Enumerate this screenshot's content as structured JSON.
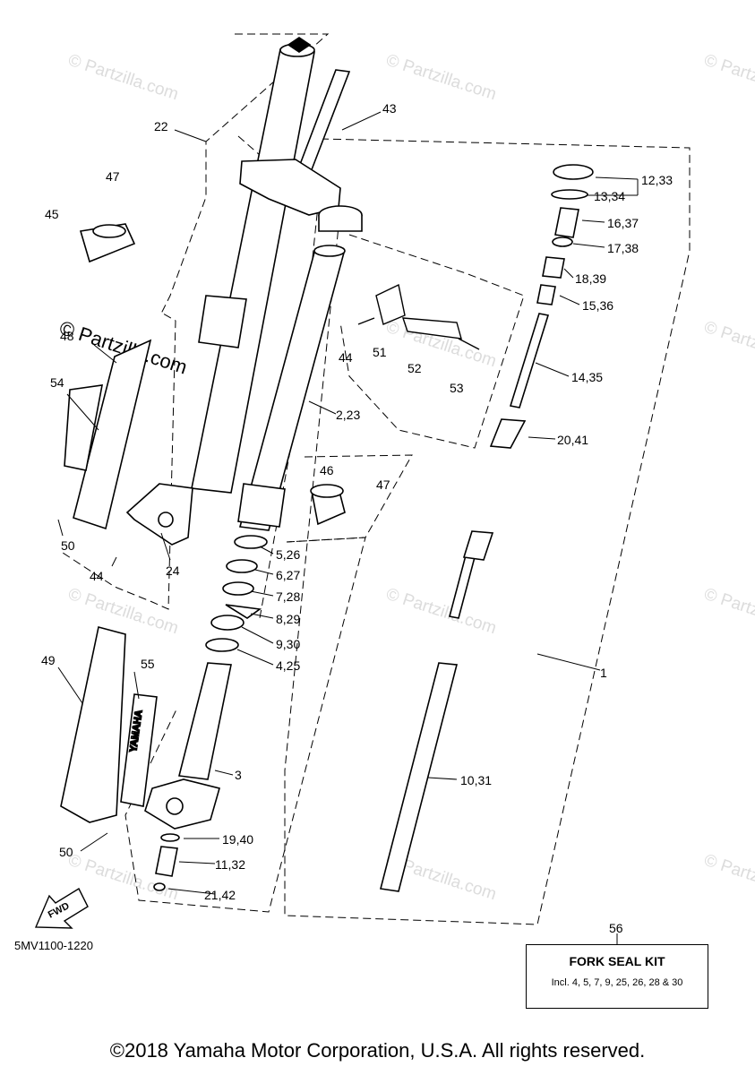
{
  "diagram": {
    "callouts": [
      {
        "id": "c1",
        "label": "1"
      },
      {
        "id": "c2",
        "label": "2,23"
      },
      {
        "id": "c3",
        "label": "3"
      },
      {
        "id": "c4",
        "label": "4,25"
      },
      {
        "id": "c5",
        "label": "5,26"
      },
      {
        "id": "c6",
        "label": "6,27"
      },
      {
        "id": "c7",
        "label": "7,28"
      },
      {
        "id": "c8",
        "label": "8,29"
      },
      {
        "id": "c9",
        "label": "9,30"
      },
      {
        "id": "c10",
        "label": "10,31"
      },
      {
        "id": "c11",
        "label": "11,32"
      },
      {
        "id": "c12",
        "label": "12,33"
      },
      {
        "id": "c13",
        "label": "13,34"
      },
      {
        "id": "c14",
        "label": "14,35"
      },
      {
        "id": "c15",
        "label": "15,36"
      },
      {
        "id": "c16",
        "label": "16,37"
      },
      {
        "id": "c17",
        "label": "17,38"
      },
      {
        "id": "c18",
        "label": "18,39"
      },
      {
        "id": "c19",
        "label": "19,40"
      },
      {
        "id": "c20",
        "label": "20,41"
      },
      {
        "id": "c21",
        "label": "21,42"
      },
      {
        "id": "c22",
        "label": "22"
      },
      {
        "id": "c24",
        "label": "24"
      },
      {
        "id": "c43",
        "label": "43"
      },
      {
        "id": "c44a",
        "label": "44"
      },
      {
        "id": "c44b",
        "label": "44"
      },
      {
        "id": "c45",
        "label": "45"
      },
      {
        "id": "c46",
        "label": "46"
      },
      {
        "id": "c47a",
        "label": "47"
      },
      {
        "id": "c47b",
        "label": "47"
      },
      {
        "id": "c48",
        "label": "48"
      },
      {
        "id": "c49",
        "label": "49"
      },
      {
        "id": "c50a",
        "label": "50"
      },
      {
        "id": "c50b",
        "label": "50"
      },
      {
        "id": "c51",
        "label": "51"
      },
      {
        "id": "c52",
        "label": "52"
      },
      {
        "id": "c53",
        "label": "53"
      },
      {
        "id": "c54",
        "label": "54"
      },
      {
        "id": "c55",
        "label": "55"
      }
    ],
    "fwd_label": "FWD",
    "guard_logo": "YAMAHA",
    "watermark": "© Partzilla.com",
    "watermark_large": "© Partzilla.com",
    "ref_code": "5MV1100-1220",
    "kit": {
      "number": "56",
      "title": "FORK SEAL KIT",
      "note": "Incl. 4, 5, 7, 9, 25, 26, 28 & 30"
    },
    "copyright": "©2018 Yamaha Motor Corporation, U.S.A. All rights reserved."
  }
}
